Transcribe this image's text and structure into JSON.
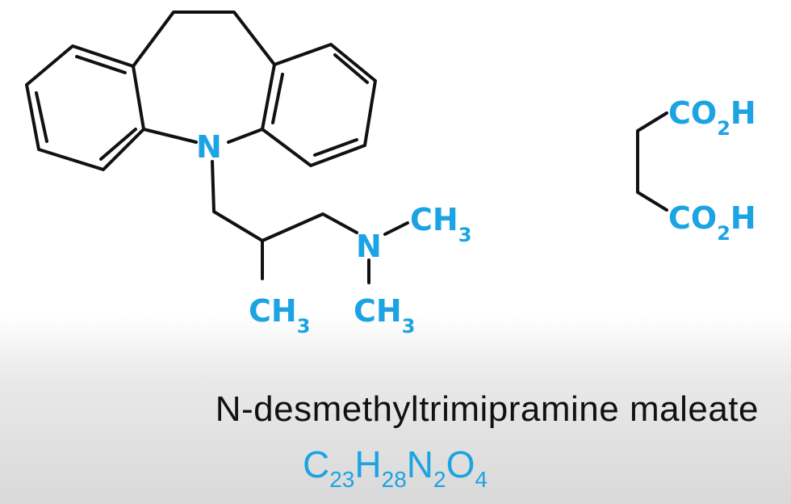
{
  "compound": {
    "name": "N-desmethyltrimipramine maleate",
    "formula_parts": [
      {
        "el": "C",
        "n": "23"
      },
      {
        "el": "H",
        "n": "28"
      },
      {
        "el": "N",
        "n": "2"
      },
      {
        "el": "O",
        "n": "4"
      }
    ]
  },
  "structure": {
    "ring_n": "N",
    "amine_n": "N",
    "methyl": "CH",
    "methyl_sub": "3",
    "acid": "CO",
    "acid_sub": "2",
    "acid_h": "H"
  },
  "colors": {
    "accent": "#1ba3e3",
    "bond": "#111111"
  }
}
